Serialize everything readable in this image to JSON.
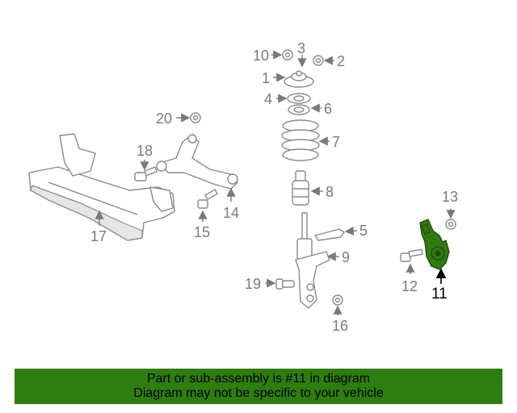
{
  "diagram": {
    "highlight_color": "#2e7d0f",
    "callouts": {
      "c1": "1",
      "c2": "2",
      "c3": "3",
      "c4": "4",
      "c5": "5",
      "c6": "6",
      "c7": "7",
      "c8": "8",
      "c9": "9",
      "c10": "10",
      "c11": "11",
      "c12": "12",
      "c13": "13",
      "c14": "14",
      "c15": "15",
      "c16": "16",
      "c17": "17",
      "c18": "18",
      "c19": "19",
      "c20": "20"
    }
  },
  "banner": {
    "line1": "Part or sub-assembly is #11 in diagram",
    "line2": "Diagram may not be specific to your vehicle"
  }
}
